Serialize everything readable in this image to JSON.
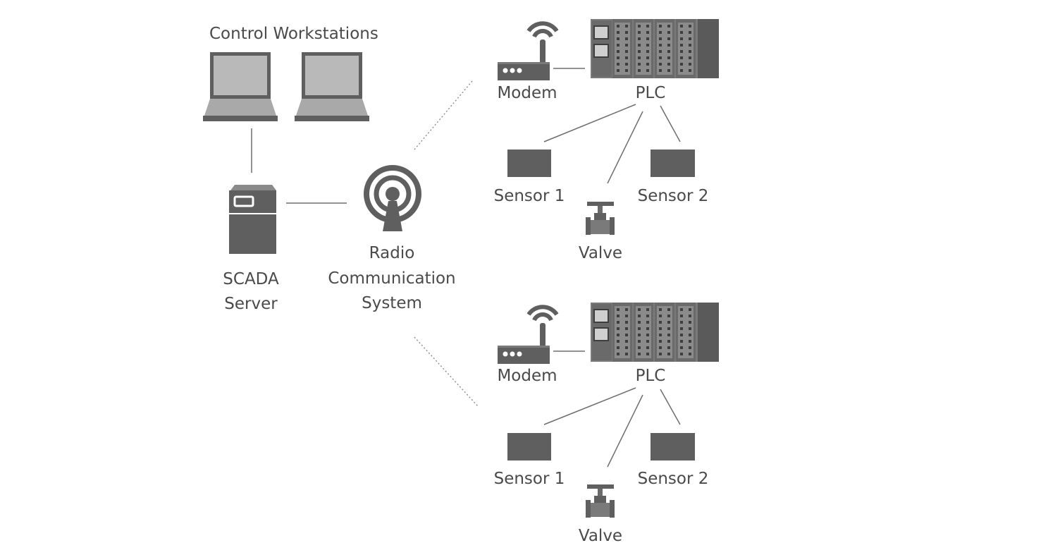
{
  "labels": {
    "workstations": "Control Workstations",
    "scada_line1": "SCADA",
    "scada_line2": "Server",
    "radio_line1": "Radio",
    "radio_line2": "Communication",
    "radio_line3": "System"
  },
  "sites": [
    {
      "modem": "Modem",
      "plc": "PLC",
      "sensor1": "Sensor 1",
      "sensor2": "Sensor 2",
      "valve": "Valve"
    },
    {
      "modem": "Modem",
      "plc": "PLC",
      "sensor1": "Sensor 1",
      "sensor2": "Sensor 2",
      "valve": "Valve"
    }
  ],
  "colors": {
    "device": "#5f5f5f",
    "device_light": "#a9a9a9",
    "screen": "#b9b9b9",
    "line": "#6e6e6e",
    "text": "#4a4a4a"
  }
}
